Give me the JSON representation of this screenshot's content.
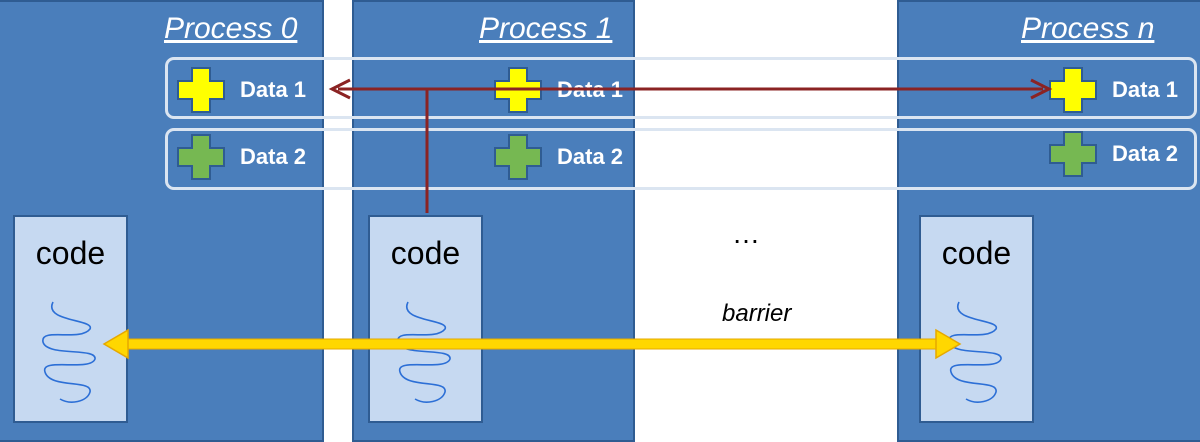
{
  "processes": [
    {
      "title": "Process 0",
      "code_label": "code",
      "data": [
        "Data 1",
        "Data 2"
      ]
    },
    {
      "title": "Process 1",
      "code_label": "code",
      "data": [
        "Data 1",
        "Data 2"
      ]
    },
    {
      "title": "Process n",
      "code_label": "code",
      "data": [
        "Data 1",
        "Data 2"
      ]
    }
  ],
  "ellipsis": "…",
  "barrier_label": "barrier",
  "colors": {
    "process_fill": "#4a7ebb",
    "code_fill": "#c6d9f1",
    "data1_plus": "#ffff00",
    "data2_plus": "#76b852",
    "broadcast_arrow": "#8b2323",
    "barrier_arrow": "#ffd700"
  },
  "icons": [
    "plus-icon",
    "squiggle-icon"
  ]
}
